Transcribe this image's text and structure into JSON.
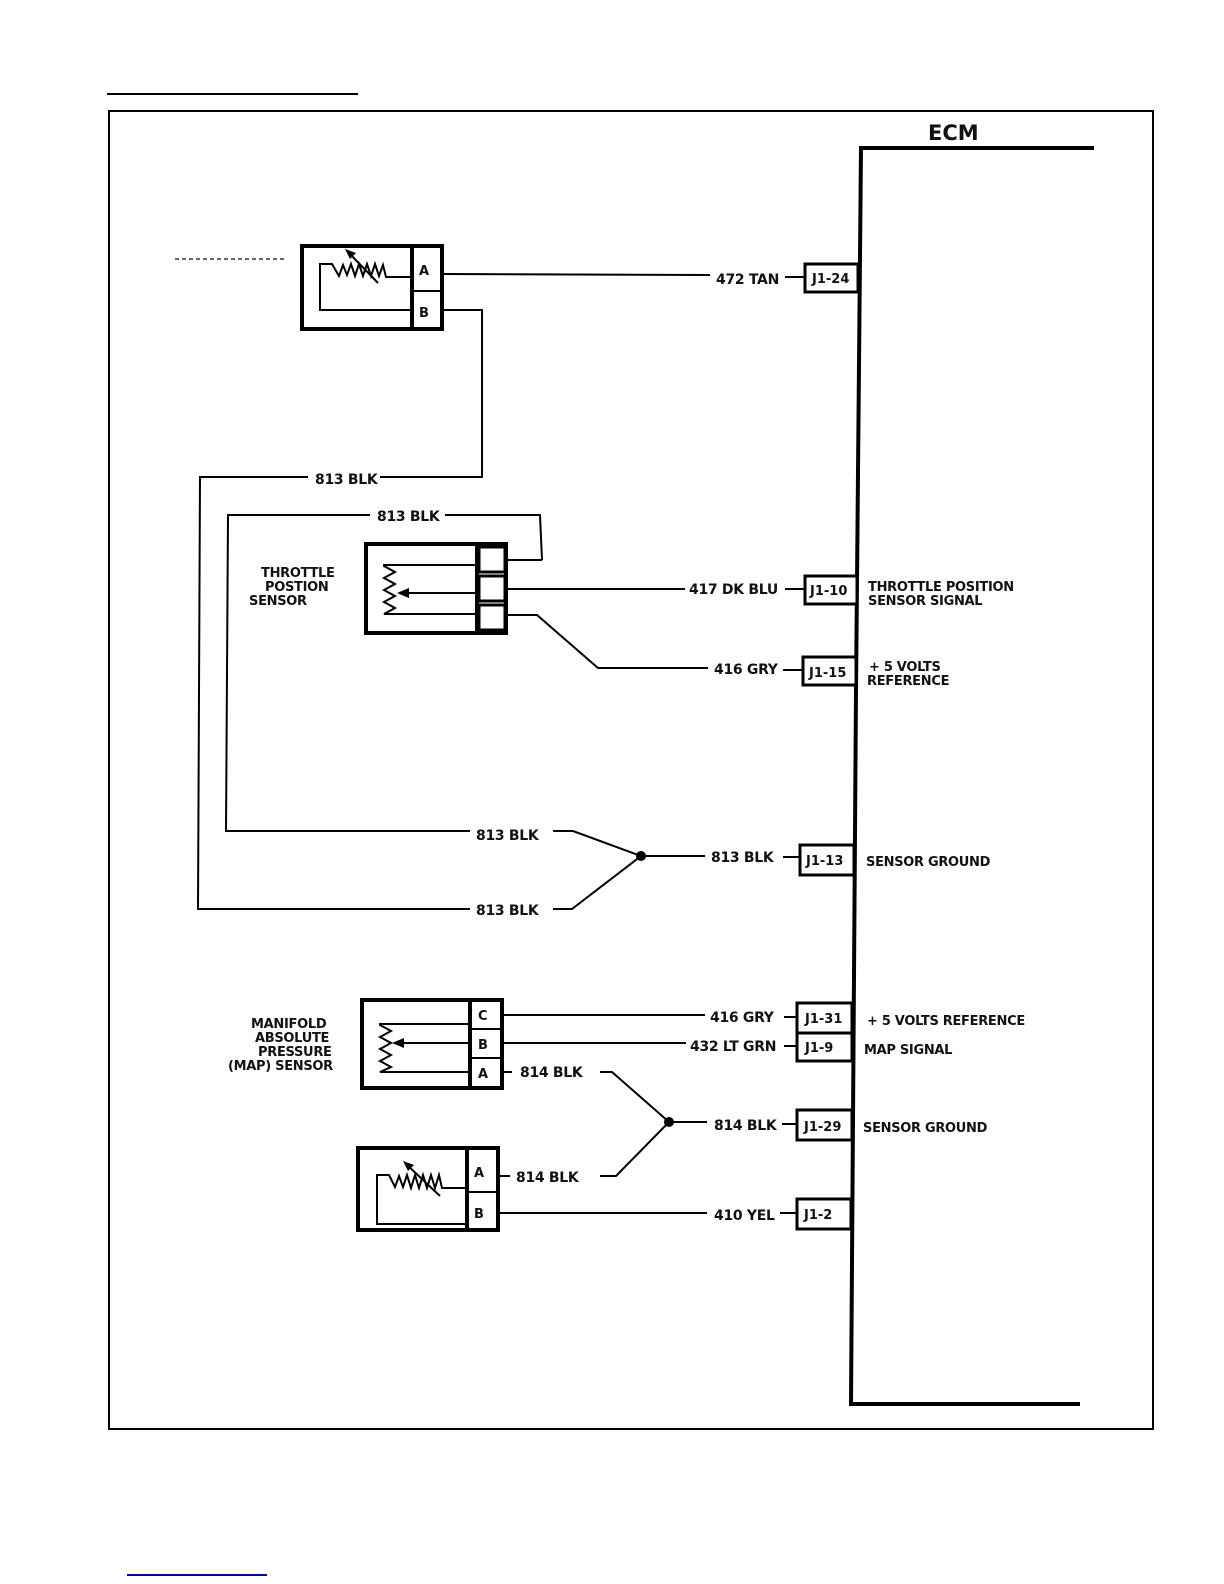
{
  "page": {
    "header_rule_color": "#000000",
    "footer_link_color": "#0000aa"
  },
  "ecm": {
    "title": "ECM"
  },
  "sensors": {
    "top_sensor": {
      "label_illegible": true,
      "pins": [
        "A",
        "B"
      ]
    },
    "tps": {
      "label_lines": [
        "THROTTLE",
        "POSTION",
        "SENSOR"
      ]
    },
    "map": {
      "label_lines": [
        "MANIFOLD",
        "ABSOLUTE",
        "PRESSURE",
        "(MAP) SENSOR"
      ],
      "pins": [
        "C",
        "B",
        "A"
      ]
    },
    "bottom_sensor": {
      "pins": [
        "A",
        "B"
      ]
    }
  },
  "wires": {
    "w472": "472 TAN",
    "w813_top_a": "813 BLK",
    "w813_top_b": "813 BLK",
    "w417": "417 DK BLU",
    "w416_tps": "416 GRY",
    "w813_splice_upper": "813 BLK",
    "w813_splice_lower": "813 BLK",
    "w813_to_ecm": "813 BLK",
    "w416_map": "416 GRY",
    "w432": "432 LT GRN",
    "w814_map": "814 BLK",
    "w814_to_ecm": "814 BLK",
    "w814_bottom": "814 BLK",
    "w410": "410 YEL"
  },
  "terminals": {
    "j1_24": "J1-24",
    "j1_10": "J1-10",
    "j1_15": "J1-15",
    "j1_13": "J1-13",
    "j1_31": "J1-31",
    "j1_9": "J1-9",
    "j1_29": "J1-29",
    "j1_2": "J1-2"
  },
  "functions": {
    "tps_signal": [
      "THROTTLE POSITION",
      "SENSOR SIGNAL"
    ],
    "ref_5v_tps": [
      "+ 5 VOLTS",
      "REFERENCE"
    ],
    "sensor_ground_1": "SENSOR GROUND",
    "ref_5v_map": "+ 5 VOLTS REFERENCE",
    "map_signal": "MAP SIGNAL",
    "sensor_ground_2": "SENSOR GROUND"
  }
}
